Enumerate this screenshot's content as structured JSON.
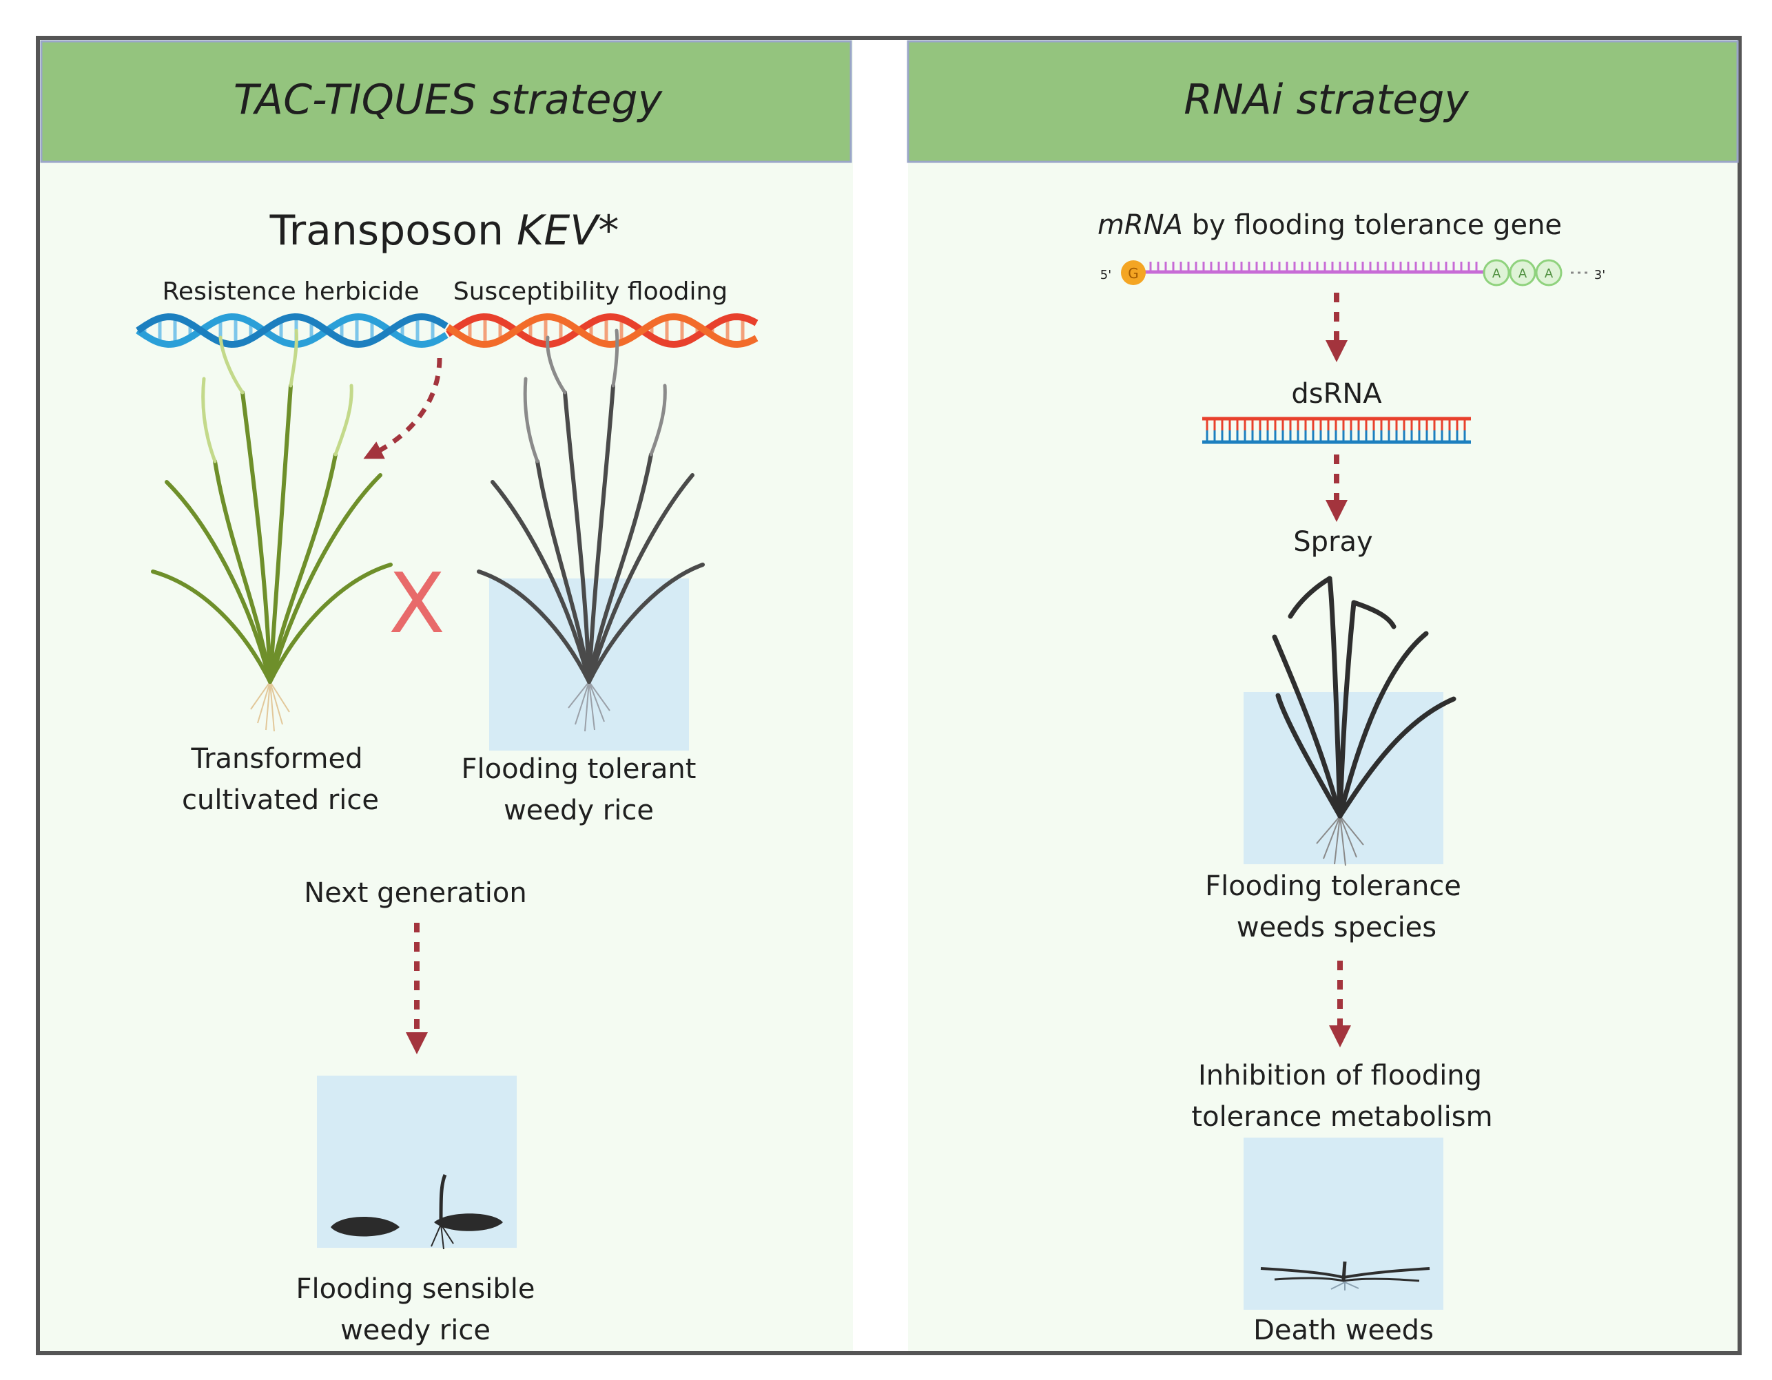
{
  "left_panel": {
    "header": "TAC-TIQUES strategy",
    "transposon": {
      "prefix": "Transposon ",
      "name": "KEV*"
    },
    "dna_labels": {
      "left": "Resistence herbicide",
      "right": "Susceptibility  flooding"
    },
    "cross_symbol": "X",
    "transformed_rice": [
      "Transformed",
      "cultivated rice"
    ],
    "tolerant_weedy": [
      "Flooding tolerant",
      "weedy rice"
    ],
    "next_generation": "Next generation",
    "sensible_weedy": [
      "Flooding sensible",
      "weedy rice"
    ]
  },
  "right_panel": {
    "header": "RNAi strategy",
    "mrna_title": {
      "italic": "mRNA",
      "rest": " by flooding tolerance gene"
    },
    "mrna_strand": {
      "five_prime": "5'",
      "cap": "G",
      "poly_a": [
        "A",
        "A",
        "A"
      ],
      "three_prime": "3'"
    },
    "dsrna": "dsRNA",
    "spray": "Spray",
    "tolerance_weeds": [
      "Flooding tolerance",
      "weeds species"
    ],
    "inhibition": [
      "Inhibition of  flooding",
      "tolerance metabolism"
    ],
    "death_weeds": "Death weeds"
  },
  "colors": {
    "header_green": "#94c47e",
    "panel_bg": "#f4fbf2",
    "frame": "#555555",
    "arrow": "#a3343d",
    "water": "#d6ebf5",
    "dna_blue": "#2a9fd8",
    "dna_red": "#e8402c",
    "cross": "#e86a6a",
    "mrna_purple": "#c76bd6",
    "cap_orange": "#f4a523",
    "polya_green": "#8fd27d"
  }
}
